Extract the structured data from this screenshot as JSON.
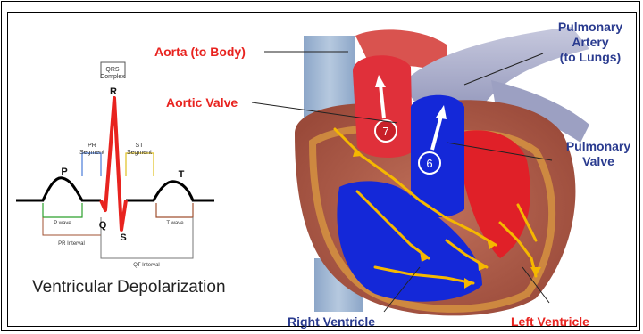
{
  "ecg": {
    "qrs_complex_line1": "QRS",
    "qrs_complex_line2": "Complex",
    "r": "R",
    "p": "P",
    "q": "Q",
    "s": "S",
    "t": "T",
    "pr_segment_line1": "PR",
    "pr_segment_line2": "Segment",
    "st_segment_line1": "ST",
    "st_segment_line2": "Segment",
    "p_wave": "P wave",
    "t_wave": "T wave",
    "pr_interval": "PR Interval",
    "qt_interval": "QT Interval",
    "caption": "Ventricular Depolarization"
  },
  "heart": {
    "aorta": "Aorta (to Body)",
    "aortic_valve": "Aortic Valve",
    "pulmonary_artery_line1": "Pulmonary",
    "pulmonary_artery_line2": "Artery",
    "pulmonary_artery_line3": "(to Lungs)",
    "pulmonary_valve_line1": "Pulmonary",
    "pulmonary_valve_line2": "Valve",
    "right_ventricle": "Right Ventricle",
    "left_ventricle": "Left Ventricle",
    "step7": "7",
    "step6": "6"
  },
  "colors": {
    "red_label": "#e8231f",
    "blue_label": "#2a3b8f",
    "ecg_highlight": "#e8231f",
    "conduction": "#f5b800"
  }
}
